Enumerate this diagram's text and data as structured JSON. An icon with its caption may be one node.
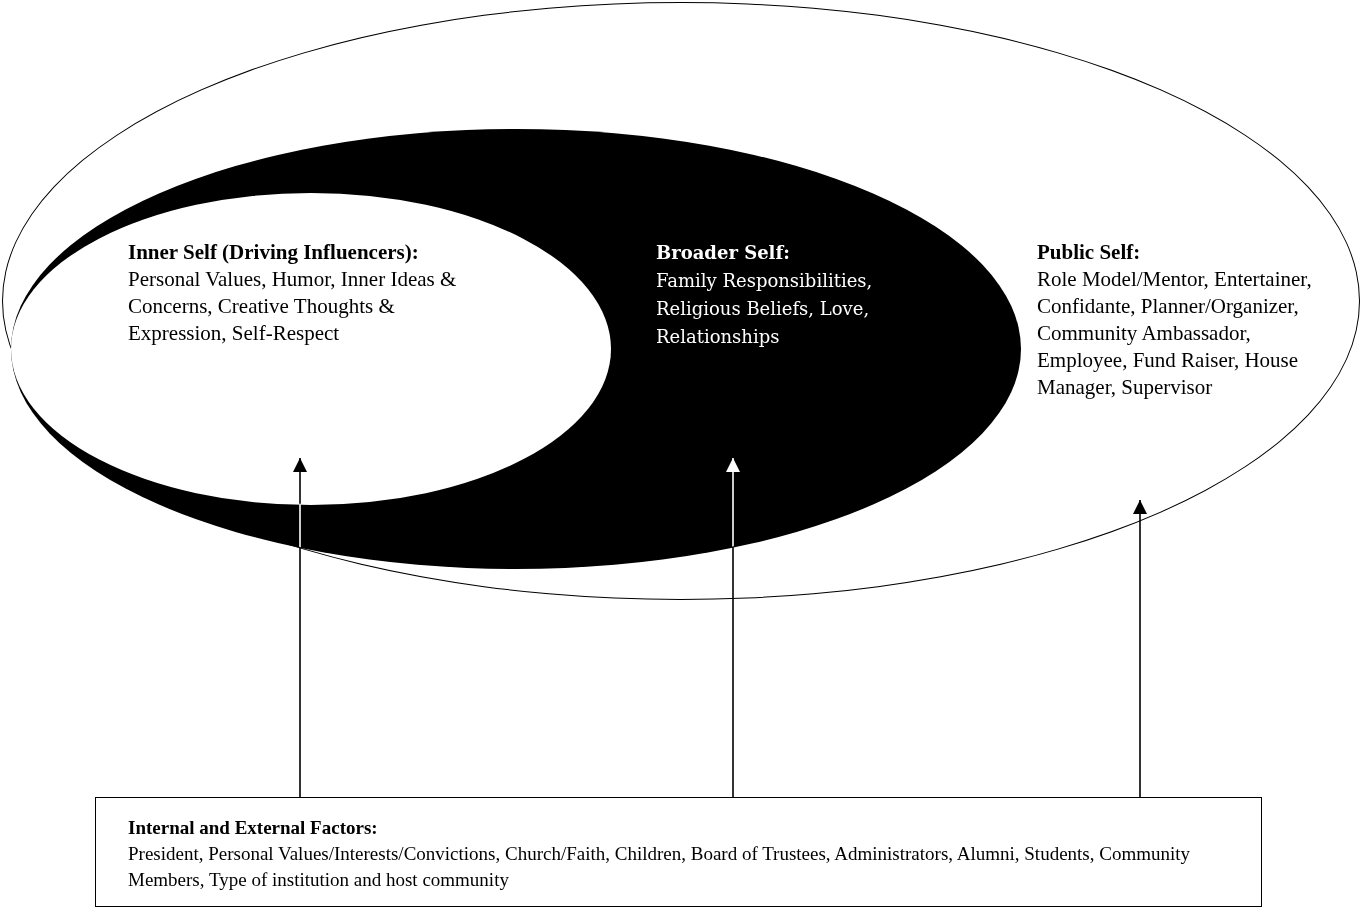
{
  "diagram": {
    "nodes": [
      {
        "text": [
          "Public Self:",
          "Role Model/Mentor, Entertainer, Confidante, Planner/Organizer, Community Ambassador, Employee, Fund Raiser, House Manager, Supervisor"
        ]
      },
      {
        "text": [
          "Broader Self:",
          "Family Responsibilities, Religious Beliefs, Love, Relationships"
        ],
        "in": 0
      },
      {
        "text": [
          "Inner Self (Driving Influencers):",
          "Personal Values, Humor, Inner Ideas & Concerns, Creative Thoughts & Expression, Self-Respect"
        ],
        "in": 1
      },
      {
        "text": [
          "Internal and External Factors:",
          "President, Personal Values/Interests/Convictions, Church/Faith, Children, Board of Trustees, Administrators, Alumni, Students, Community Members, Type of institution and host community"
        ]
      }
    ],
    "edges": [
      {
        "from": 3,
        "to": 2,
        "arrow": "to"
      },
      {
        "from": 3,
        "to": 1,
        "arrow": "to"
      },
      {
        "from": 3,
        "to": 0,
        "arrow": "to"
      }
    ]
  }
}
